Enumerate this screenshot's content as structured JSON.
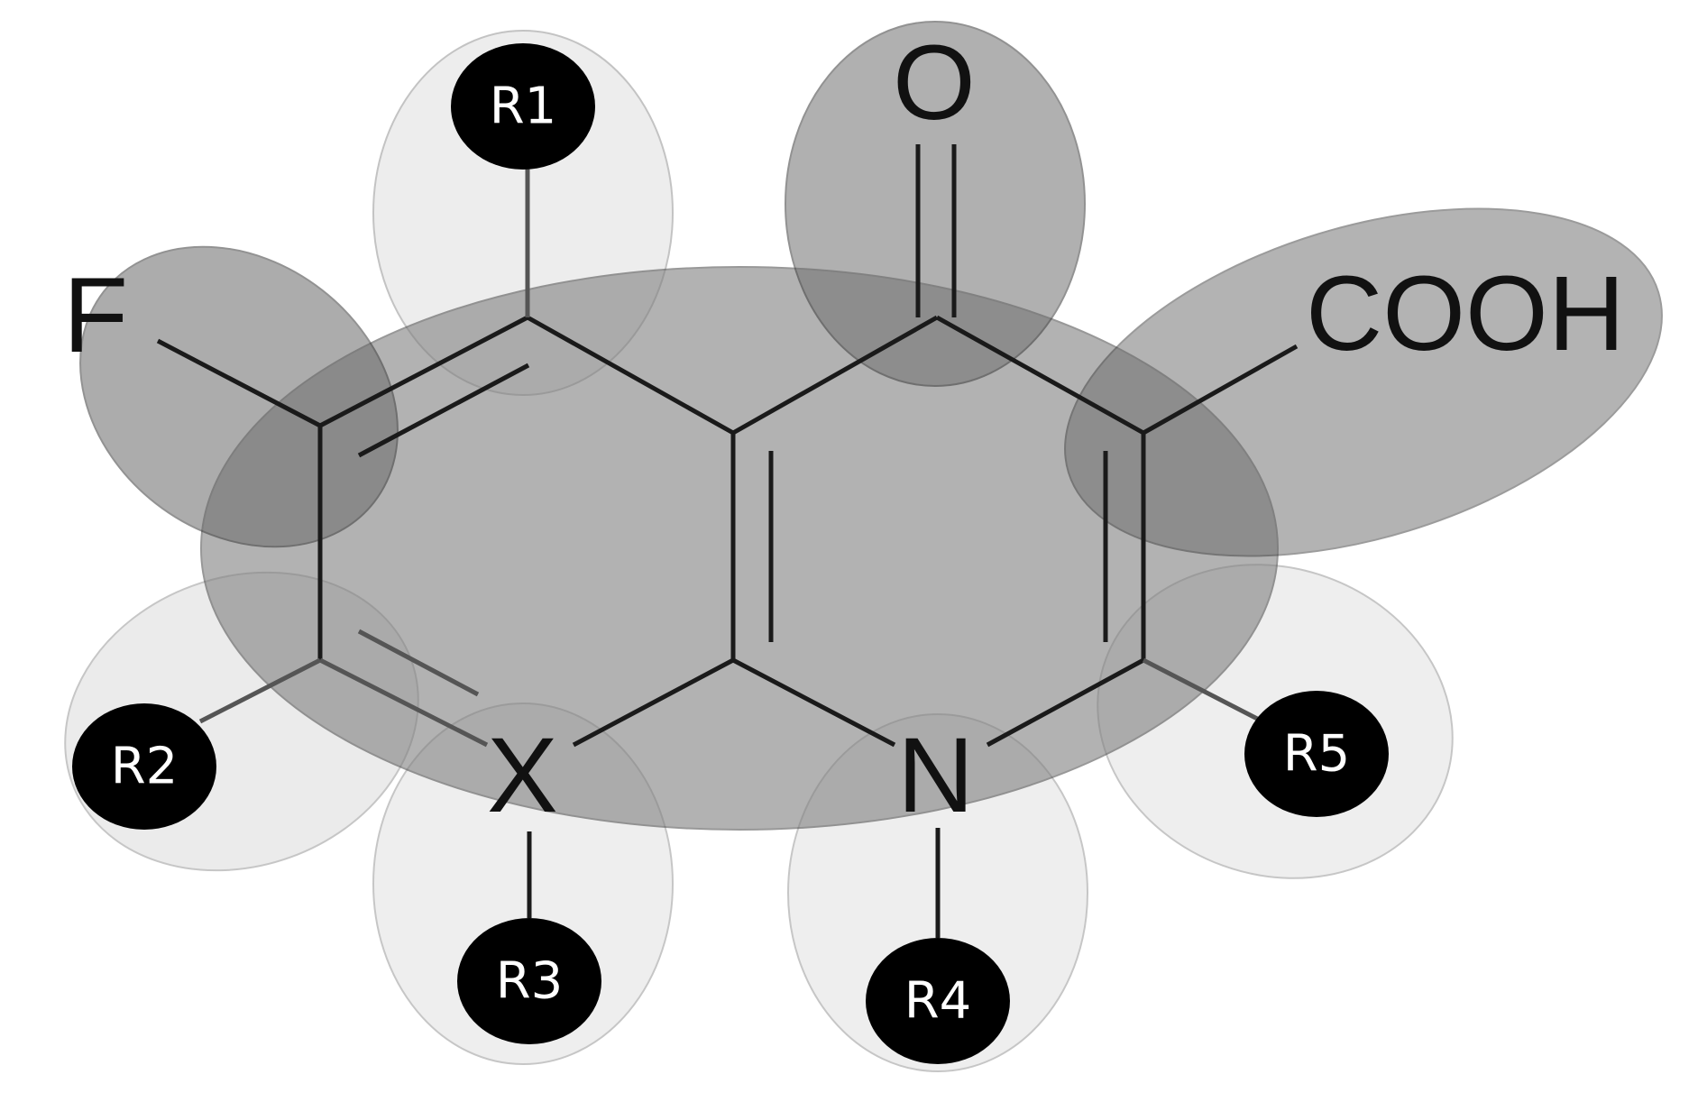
{
  "atoms": {
    "fluorine": "F",
    "oxygen": "O",
    "carboxyl": "COOH",
    "position_x": "X",
    "nitrogen": "N"
  },
  "substituents": [
    "R1",
    "R2",
    "R3",
    "R4",
    "R5"
  ],
  "colors": {
    "core_region": "#7f7f7f",
    "dark_region": "#6e6e6e",
    "light_region": "#e6e6e6",
    "badge": "#000000",
    "bond": "#1a1a1a"
  }
}
